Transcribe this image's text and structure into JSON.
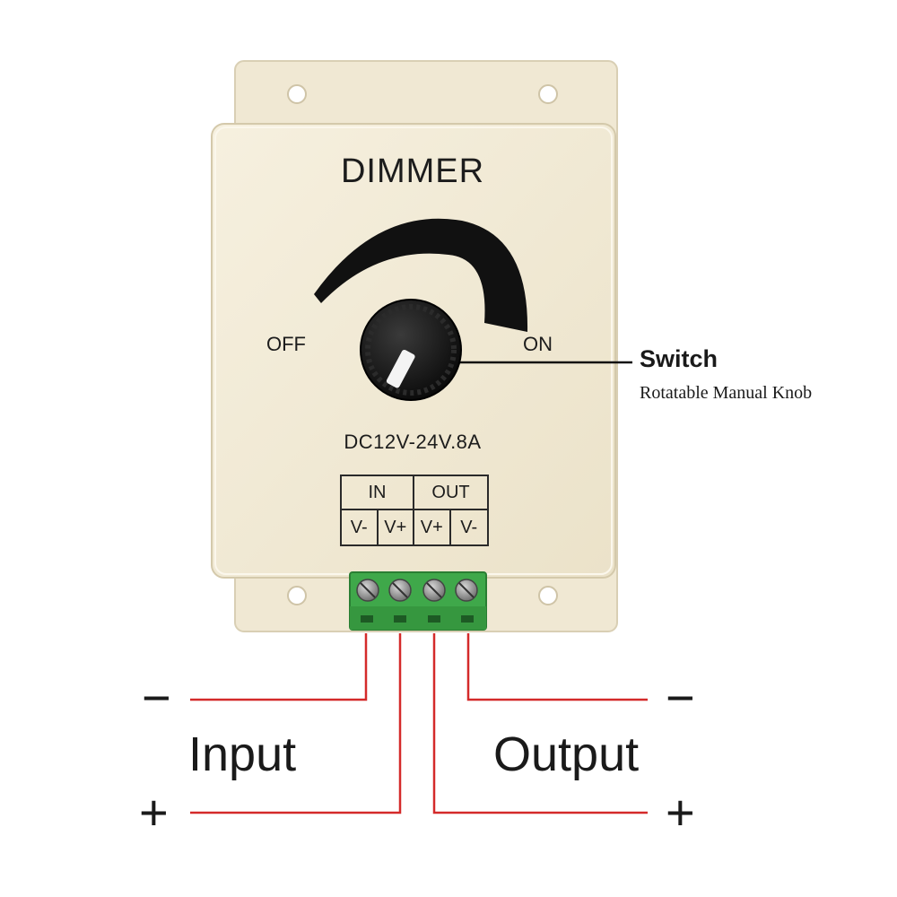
{
  "device": {
    "title": "DIMMER",
    "off_label": "OFF",
    "on_label": "ON",
    "rating": "DC12V-24V.8A",
    "terminal_table": {
      "groups": [
        "IN",
        "OUT"
      ],
      "pins": [
        "V-",
        "V+",
        "V+",
        "V-"
      ]
    }
  },
  "callout": {
    "title": "Switch",
    "subtitle": "Rotatable Manual Knob"
  },
  "wiring": {
    "input_label": "Input",
    "output_label": "Output",
    "input_minus": "−",
    "input_plus": "+",
    "output_minus": "−",
    "output_plus": "+"
  },
  "colors": {
    "housing": "#f3ecd8",
    "terminal_block": "#3fa84a",
    "wire": "#d42a2a",
    "knob": "#111111"
  }
}
